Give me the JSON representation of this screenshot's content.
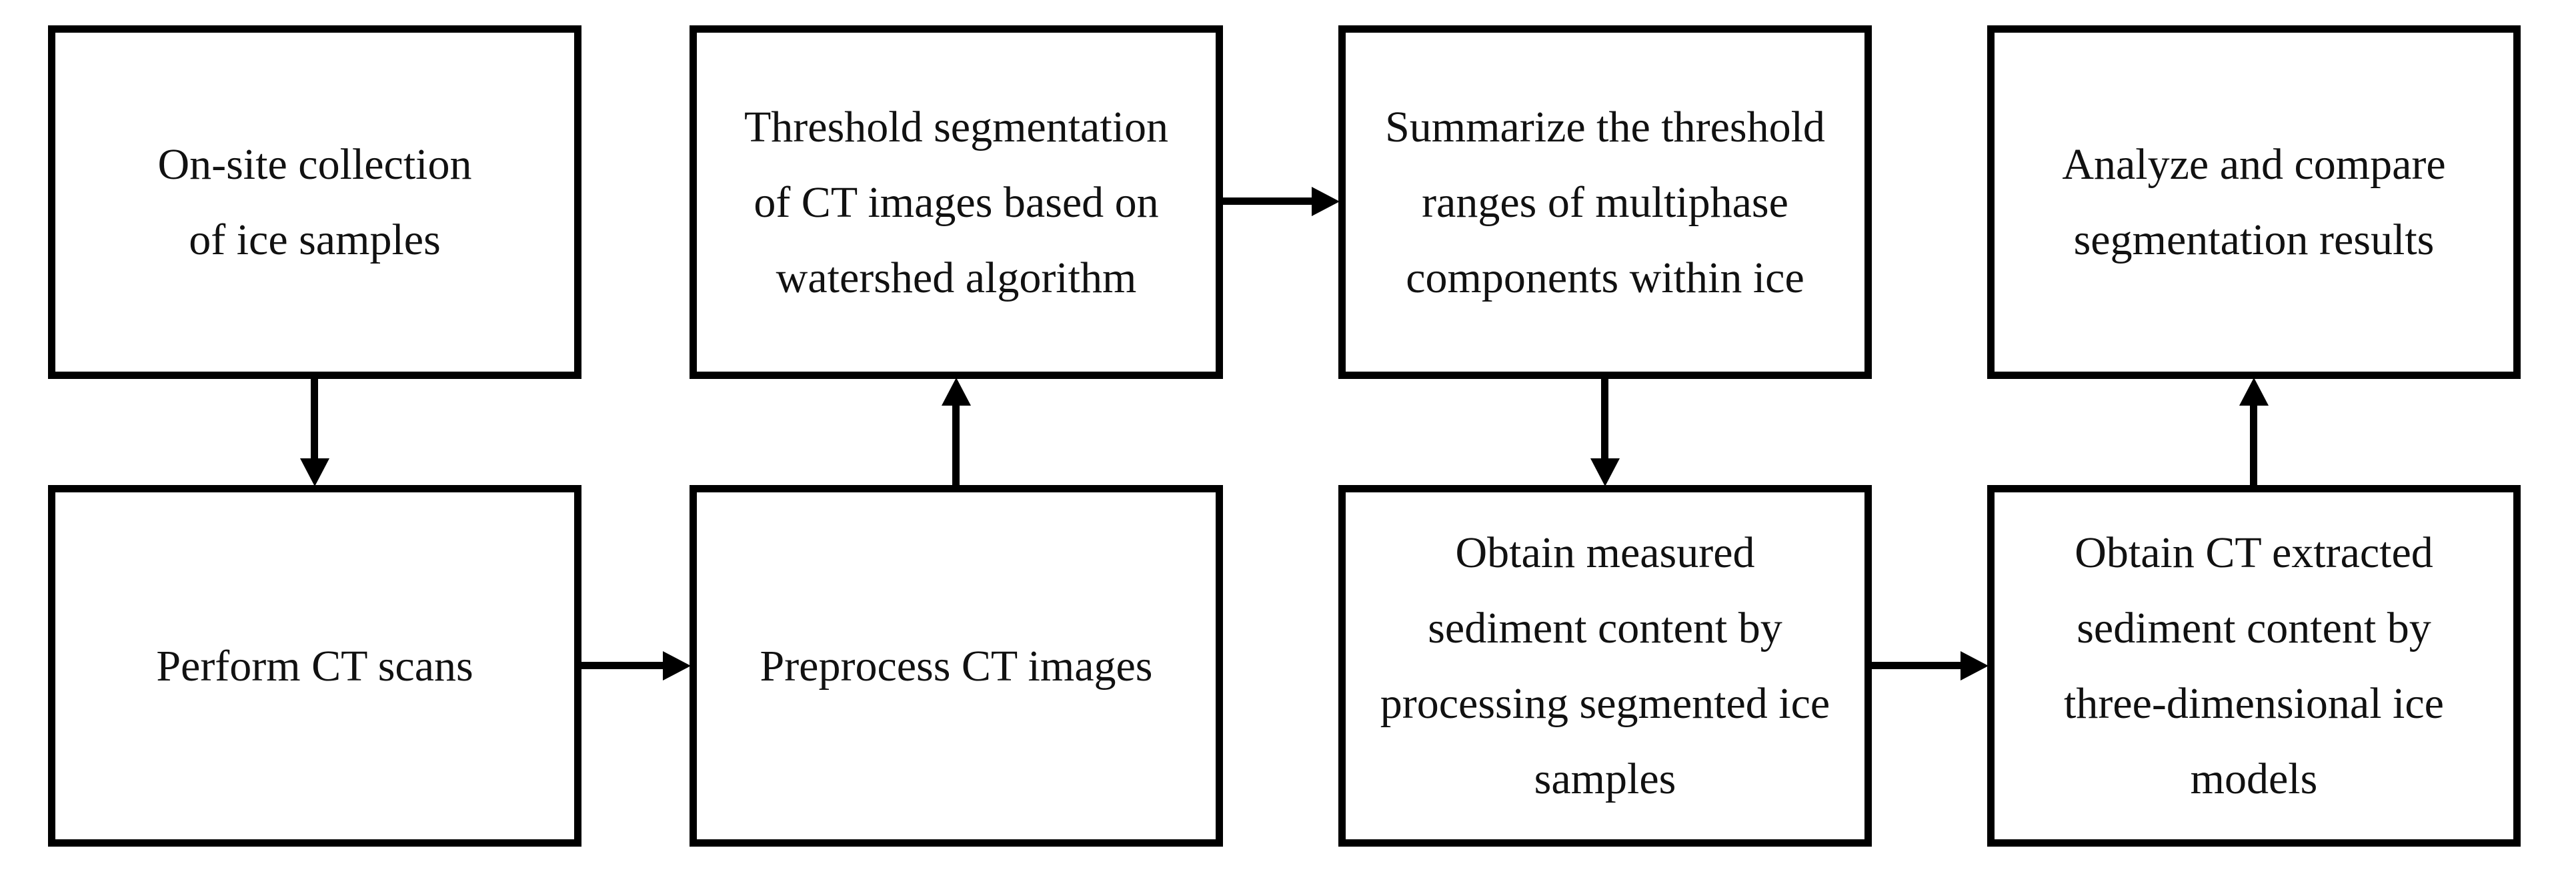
{
  "figure": {
    "type": "flowchart",
    "colors": {
      "background": "#ffffff",
      "line": "#000000",
      "text": "#111111"
    }
  },
  "boxes": [
    {
      "id": "on-site-collection",
      "lines": [
        "On-site collection",
        "of ice samples"
      ]
    },
    {
      "id": "threshold-segmentation",
      "lines": [
        "Threshold segmentation",
        "of CT images based on",
        "watershed algorithm"
      ]
    },
    {
      "id": "summarize-threshold-ranges",
      "lines": [
        "Summarize the threshold",
        "ranges of multiphase",
        "components within ice"
      ]
    },
    {
      "id": "analyze-compare-results",
      "lines": [
        "Analyze and compare",
        "segmentation results"
      ]
    },
    {
      "id": "perform-ct-scans",
      "lines": [
        "Perform CT scans"
      ]
    },
    {
      "id": "preprocess-ct-images",
      "lines": [
        "Preprocess CT images"
      ]
    },
    {
      "id": "obtain-measured-sediment",
      "lines": [
        "Obtain measured",
        "sediment content by",
        "processing segmented ice",
        "samples"
      ]
    },
    {
      "id": "obtain-ct-extracted-sediment",
      "lines": [
        "Obtain CT extracted",
        "sediment content by",
        "three-dimensional ice",
        "models"
      ]
    }
  ],
  "edges": [
    {
      "from": "on-site-collection",
      "to": "perform-ct-scans",
      "direction": "down"
    },
    {
      "from": "perform-ct-scans",
      "to": "preprocess-ct-images",
      "direction": "right"
    },
    {
      "from": "preprocess-ct-images",
      "to": "threshold-segmentation",
      "direction": "up"
    },
    {
      "from": "threshold-segmentation",
      "to": "summarize-threshold-ranges",
      "direction": "right"
    },
    {
      "from": "summarize-threshold-ranges",
      "to": "obtain-measured-sediment",
      "direction": "down"
    },
    {
      "from": "obtain-measured-sediment",
      "to": "obtain-ct-extracted-sediment",
      "direction": "right"
    },
    {
      "from": "obtain-ct-extracted-sediment",
      "to": "analyze-compare-results",
      "direction": "up"
    }
  ]
}
